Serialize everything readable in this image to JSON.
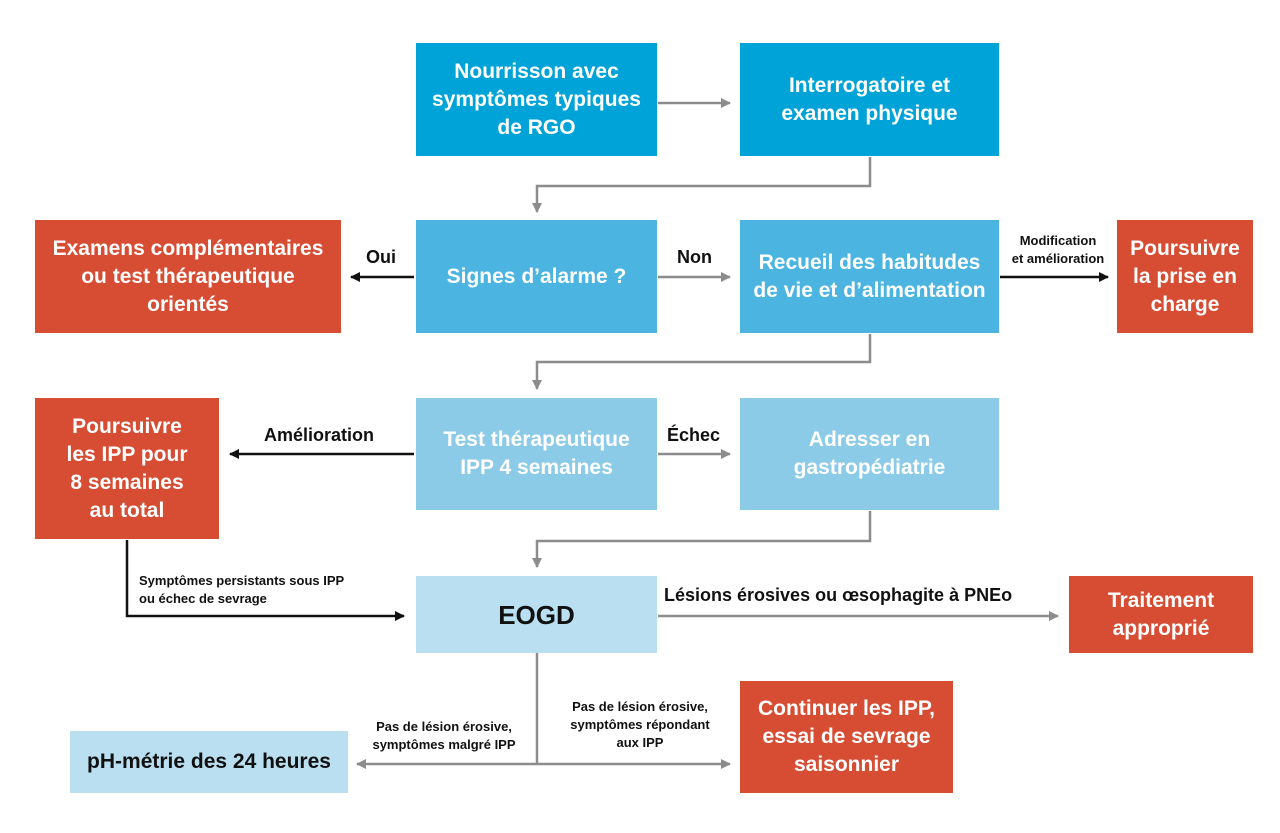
{
  "boxes": {
    "infant": "Nourrisson avec\nsymptômes typiques\nde RGO",
    "history": "Interrogatoire et\nexamen physique",
    "exams": "Examens complémentaires\nou test thérapeutique\norientés",
    "alarm": "Signes d’alarme ?",
    "lifestyle": "Recueil des habitudes\nde vie et d’alimentation",
    "continue_care": "Poursuivre\nla prise en\ncharge",
    "continue_ipp": "Poursuivre\nles IPP pour\n8 semaines\nau total",
    "test_ipp": "Test thérapeutique\nIPP 4 semaines",
    "refer": "Adresser en\ngastropédiatrie",
    "eogd": "EOGD",
    "treatment": "Traitement\napproprié",
    "phmetry": "pH-métrie des 24 heures",
    "continue_wean": "Continuer les IPP,\nessai de sevrage\nsaisonnier"
  },
  "labels": {
    "oui": "Oui",
    "non": "Non",
    "modification": "Modification\net amélioration",
    "amelioration": "Amélioration",
    "echec": "Échec",
    "persistent": "Symptômes persistants sous IPP\nou échec de sevrage",
    "lesions": "Lésions érosives ou œsophagite à PNEo",
    "no_lesion_symptoms": "Pas de lésion érosive,\nsymptômes malgré IPP",
    "no_lesion_response": "Pas de lésion érosive,\nsymptômes répondant\naux IPP"
  },
  "colors": {
    "blue_1": "#00a3d7",
    "blue_2": "#4bb4e0",
    "blue_3": "#8ccbe8",
    "blue_4": "#badff0",
    "red": "#d64d34",
    "arrow_gray": "#8c8c8c",
    "arrow_black": "#111111"
  }
}
